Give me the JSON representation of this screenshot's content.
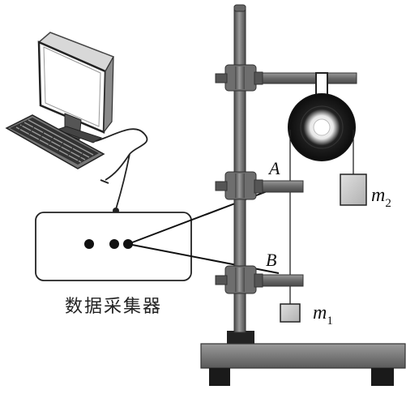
{
  "labels": {
    "point_a": "A",
    "point_b": "B",
    "mass_2": "m",
    "mass_2_sub": "2",
    "mass_1": "m",
    "mass_1_sub": "1",
    "device_caption": "数据采集器"
  },
  "colors": {
    "metal_dark": "#5a5a5a",
    "metal_mid": "#8a8a8a",
    "metal_light": "#b5b5b5",
    "block": "#cfcfcf",
    "line": "#111111",
    "pulley_outer": "#1a1a1a",
    "pulley_inner": "#ffffff"
  },
  "icons": {
    "computer": "desktop-computer-icon",
    "keyboard": "keyboard-icon"
  }
}
